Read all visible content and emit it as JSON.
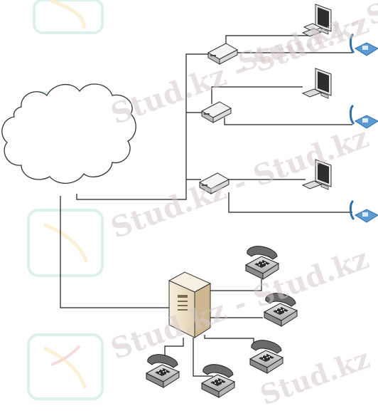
{
  "watermark": {
    "text": "Stud.kz - Stud.kz",
    "text_short": "Stud.kz"
  },
  "diagram": {
    "nodes": {
      "cloud": "network-cloud",
      "modems": [
        "modem-1",
        "modem-2",
        "modem-3"
      ],
      "computers": [
        "computer-1",
        "computer-2",
        "computer-3"
      ],
      "ip_phones": [
        "ip-phone-1",
        "ip-phone-2",
        "ip-phone-3"
      ],
      "pbx": "pbx-server",
      "desk_phones": [
        "desk-phone-1",
        "desk-phone-2",
        "desk-phone-3",
        "desk-phone-4",
        "desk-phone-5"
      ]
    },
    "colors": {
      "line": "#1a1a1a",
      "device_fill": "#ececec",
      "device_dark": "#4a4a4a",
      "monitor_screen": "#2e2e2e",
      "phone_blue": "#5b9bd5",
      "phone_blue_dark": "#2f6ea8",
      "server_light": "#f2e6cf",
      "server_shade": "#cdb892",
      "cloud_stroke": "#333333"
    }
  }
}
